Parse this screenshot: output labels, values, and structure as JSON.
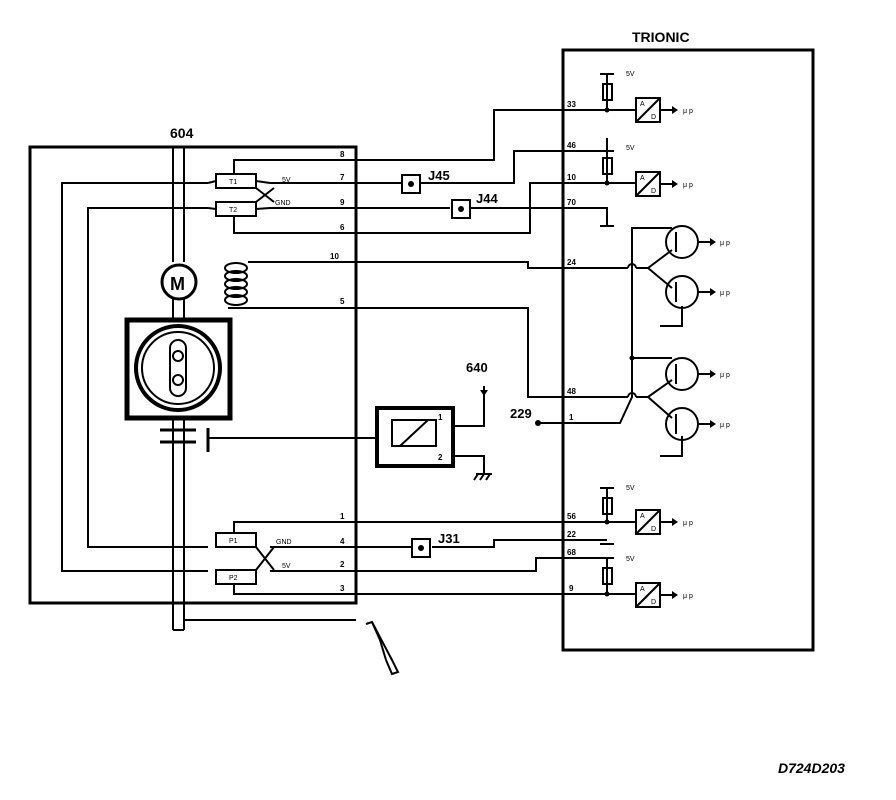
{
  "labels": {
    "ecu": "TRIONIC",
    "module": "604",
    "motor": "M",
    "conn_640": "640",
    "conn_229": "229",
    "j45": "J45",
    "j44": "J44",
    "j31": "J31",
    "drawing_id": "D724D203"
  },
  "module_pins": [
    "8",
    "7",
    "9",
    "6",
    "10",
    "5",
    "1",
    "4",
    "2",
    "3"
  ],
  "ecu_pins": [
    "33",
    "46",
    "10",
    "70",
    "24",
    "48",
    "1",
    "56",
    "22",
    "68",
    "9"
  ],
  "supply_5v": "5V",
  "ground": "GND",
  "mu_p": "μ p",
  "adc": {
    "a": "A",
    "d": "D"
  },
  "sensors": {
    "t1": "T1",
    "t2": "T2",
    "p1": "P1",
    "p2": "P2"
  },
  "relay_pins": [
    "1",
    "2"
  ]
}
